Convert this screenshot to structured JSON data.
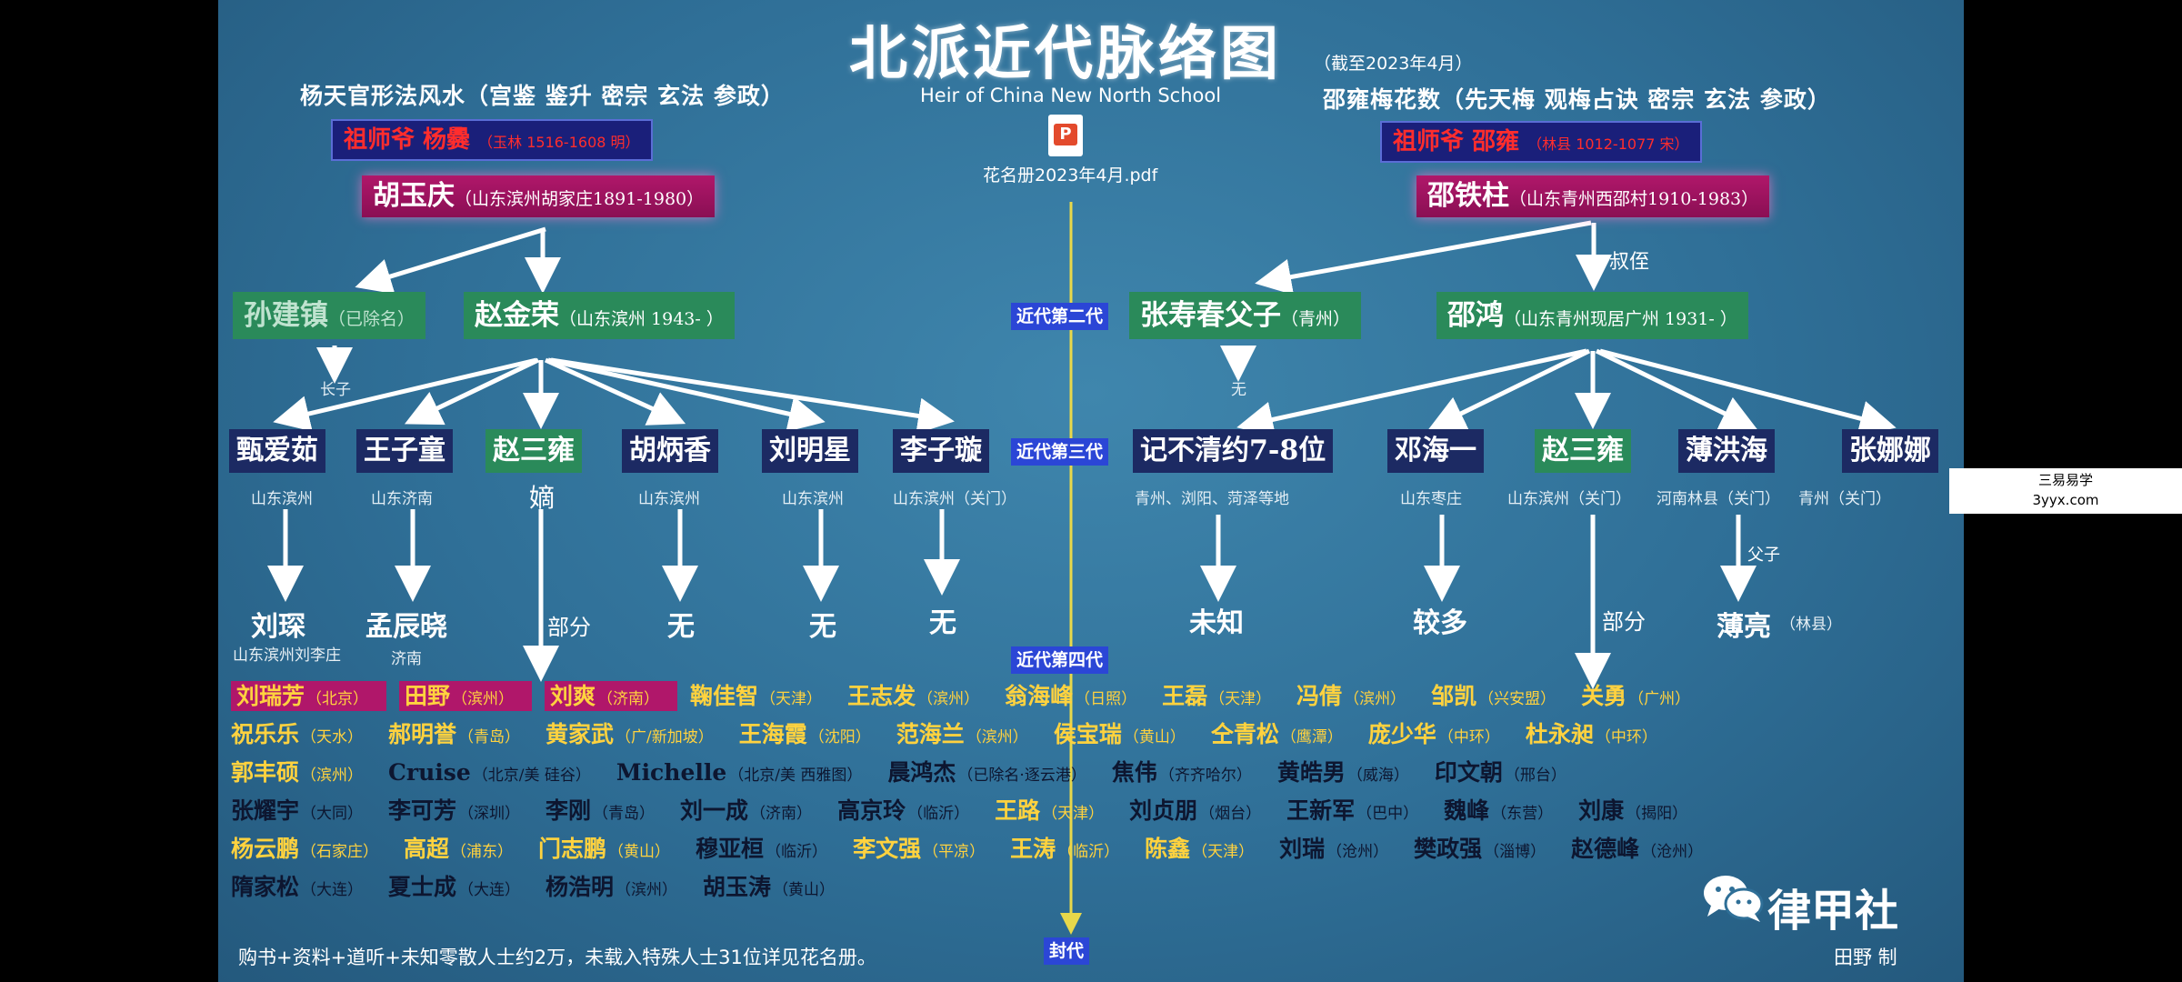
{
  "title": "北派近代脉络图",
  "title_note": "（截至2023年4月）",
  "subtitle_en": "Heir of China New North School",
  "attachment": {
    "icon": "pdf-icon",
    "filename": "花名册2023年4月.pdf"
  },
  "left": {
    "school": "杨天官形法风水（宫鉴 鉴升 密宗 玄法 参政）",
    "founder": {
      "name": "祖师爷 杨爨",
      "detail": "（玉林 1516-1608 明）"
    },
    "gen1": {
      "name": "胡玉庆",
      "detail": "（山东滨州胡家庄1891-1980）"
    },
    "gen2": [
      {
        "name": "孙建镇",
        "detail": "（已除名）"
      },
      {
        "name": "赵金荣",
        "detail": "（山东滨州 1943-    ）"
      }
    ],
    "gen2_note": "长子",
    "gen3": [
      {
        "name": "甄爱茹",
        "place": "山东滨州"
      },
      {
        "name": "王子童",
        "place": "山东济南"
      },
      {
        "name": "赵三雍",
        "place": "嫡"
      },
      {
        "name": "胡炳香",
        "place": "山东滨州"
      },
      {
        "name": "刘明星",
        "place": "山东滨州"
      },
      {
        "name": "李子璇",
        "place": "山东滨州（关门）"
      }
    ],
    "gen4": [
      {
        "name": "刘琛",
        "note": "山东滨州刘李庄"
      },
      {
        "name": "孟辰晓",
        "note": "济南"
      },
      {
        "name": "部分",
        "note": ""
      },
      {
        "name": "无",
        "note": ""
      },
      {
        "name": "无",
        "note": ""
      },
      {
        "name": "无",
        "note": ""
      }
    ]
  },
  "right": {
    "school": "邵雍梅花数（先天梅 观梅占诀 密宗 玄法 参政）",
    "founder": {
      "name": "祖师爷 邵雍",
      "detail": "（林县 1012-1077 宋）"
    },
    "gen1": {
      "name": "邵铁柱",
      "detail": "（山东青州西邵村1910-1983）"
    },
    "relation": "叔侄",
    "gen2": [
      {
        "name": "张寿春父子",
        "detail": "（青州）"
      },
      {
        "name": "邵鸿",
        "detail": "（山东青州现居广州 1931-  ）"
      }
    ],
    "gen2_note": "无",
    "gen3": [
      {
        "name": "记不清约7-8位",
        "place": "青州、浏阳、菏泽等地"
      },
      {
        "name": "邓海一",
        "place": "山东枣庄"
      },
      {
        "name": "赵三雍",
        "place": "山东滨州（关门）"
      },
      {
        "name": "薄洪海",
        "place": "河南林县（关门）"
      },
      {
        "name": "张娜娜",
        "place": "青州（关门）"
      }
    ],
    "gen4": [
      {
        "name": "未知",
        "note": ""
      },
      {
        "name": "较多",
        "note": ""
      },
      {
        "name": "部分",
        "note": ""
      },
      {
        "name": "薄亮",
        "note": "（林县）"
      }
    ],
    "father_son": "父子"
  },
  "generation_labels": [
    "近代第二代",
    "近代第三代",
    "近代第四代",
    "封代"
  ],
  "roster": [
    [
      {
        "name": "刘瑞芳",
        "place": "（北京）",
        "color": "hl"
      },
      {
        "name": "田野",
        "place": "（滨州）",
        "color": "hl"
      },
      {
        "name": "刘爽",
        "place": "（济南）",
        "color": "hl"
      },
      {
        "name": "鞠佳智",
        "place": "（天津）",
        "color": "yellow"
      },
      {
        "name": "王志发",
        "place": "（滨州）",
        "color": "yellow"
      },
      {
        "name": "翁海峰",
        "place": "（日照）",
        "color": "yellow"
      },
      {
        "name": "王磊",
        "place": "（天津）",
        "color": "yellow"
      },
      {
        "name": "冯倩",
        "place": "（滨州）",
        "color": "yellow"
      },
      {
        "name": "邹凯",
        "place": "（兴安盟）",
        "color": "yellow"
      },
      {
        "name": "关勇",
        "place": "（广州）",
        "color": "yellow"
      }
    ],
    [
      {
        "name": "祝乐乐",
        "place": "（天水）",
        "color": "yellow"
      },
      {
        "name": "郝明誉",
        "place": "（青岛）",
        "color": "yellow"
      },
      {
        "name": "黄家武",
        "place": "（广/新加坡）",
        "color": "yellow"
      },
      {
        "name": "王海霞",
        "place": "（沈阳）",
        "color": "yellow"
      },
      {
        "name": "范海兰",
        "place": "（滨州）",
        "color": "yellow"
      },
      {
        "name": "侯宝瑞",
        "place": "（黄山）",
        "color": "yellow"
      },
      {
        "name": "仝青松",
        "place": "（鹰潭）",
        "color": "yellow"
      },
      {
        "name": "庞少华",
        "place": "（中环）",
        "color": "yellow"
      },
      {
        "name": "杜永昶",
        "place": "（中环）",
        "color": "yellow"
      }
    ],
    [
      {
        "name": "郭丰硕",
        "place": "（滨州）",
        "color": "yellow"
      },
      {
        "name": "Cruise",
        "place": "（北京/美 硅谷）",
        "color": "dark"
      },
      {
        "name": "Michelle",
        "place": "（北京/美 西雅图）",
        "color": "dark"
      },
      {
        "name": "晨鸿杰",
        "place": "（已除名·逐云港）",
        "color": "dark"
      },
      {
        "name": "焦伟",
        "place": "（齐齐哈尔）",
        "color": "dark"
      },
      {
        "name": "黄皓男",
        "place": "（威海）",
        "color": "dark"
      },
      {
        "name": "印文朝",
        "place": "（邢台）",
        "color": "dark"
      }
    ],
    [
      {
        "name": "张耀宇",
        "place": "（大同）",
        "color": "dark"
      },
      {
        "name": "李可芳",
        "place": "（深圳）",
        "color": "dark"
      },
      {
        "name": "李刚",
        "place": "（青岛）",
        "color": "dark"
      },
      {
        "name": "刘一成",
        "place": "（济南）",
        "color": "dark"
      },
      {
        "name": "高京玲",
        "place": "（临沂）",
        "color": "dark"
      },
      {
        "name": "王路",
        "place": "（天津）",
        "color": "yellow"
      },
      {
        "name": "刘贞朋",
        "place": "（烟台）",
        "color": "dark"
      },
      {
        "name": "王新军",
        "place": "（巴中）",
        "color": "dark"
      },
      {
        "name": "魏峰",
        "place": "（东营）",
        "color": "dark"
      },
      {
        "name": "刘康",
        "place": "（揭阳）",
        "color": "dark"
      }
    ],
    [
      {
        "name": "杨云鹏",
        "place": "（石家庄）",
        "color": "yellow"
      },
      {
        "name": "高超",
        "place": "（浦东）",
        "color": "yellow"
      },
      {
        "name": "门志鹏",
        "place": "（黄山）",
        "color": "yellow"
      },
      {
        "name": "穆亚桓",
        "place": "（临沂）",
        "color": "dark"
      },
      {
        "name": "李文强",
        "place": "（平凉）",
        "color": "yellow"
      },
      {
        "name": "王涛",
        "place": "（临沂）",
        "color": "yellow"
      },
      {
        "name": "陈鑫",
        "place": "（天津）",
        "color": "yellow"
      },
      {
        "name": "刘瑞",
        "place": "（沧州）",
        "color": "dark"
      },
      {
        "name": "樊政强",
        "place": "（淄博）",
        "color": "dark"
      },
      {
        "name": "赵德峰",
        "place": "（沧州）",
        "color": "dark"
      }
    ],
    [
      {
        "name": "隋家松",
        "place": "（大连）",
        "color": "dark"
      },
      {
        "name": "夏士成",
        "place": "（大连）",
        "color": "dark"
      },
      {
        "name": "杨浩明",
        "place": "（滨州）",
        "color": "dark"
      },
      {
        "name": "胡玉涛",
        "place": "（黄山）",
        "color": "dark"
      }
    ]
  ],
  "footer": "购书+资料+道听+未知零散人士约2万，未载入特殊人士31位详见花名册。",
  "credit": "田野 制",
  "logo": {
    "icon": "wechat-icon",
    "text": "律甲社"
  },
  "watermark": {
    "line1": "三易易学",
    "line2": "3yyx.com"
  },
  "colors": {
    "panel": "#2f6f97",
    "green": "#2a8a5a",
    "navy": "#1c2a63",
    "magenta": "#b0176a",
    "gen_label": "#2b46d6",
    "axis": "#e8d84a",
    "roster_yellow": "#ffd23f",
    "roster_dark": "#0d1630"
  }
}
